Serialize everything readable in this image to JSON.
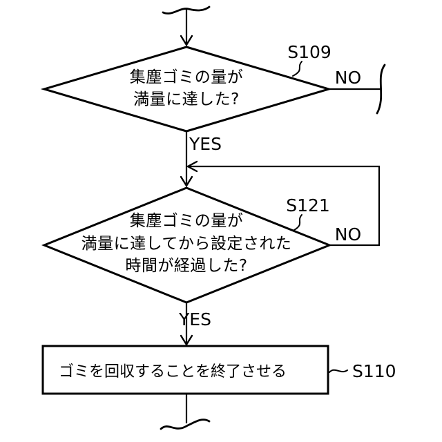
{
  "figure": {
    "kind": "patent-flowchart",
    "background_color": "#ffffff",
    "line_color": "#000000"
  },
  "nodes": {
    "s109": {
      "shape": "decision-diamond",
      "step_label": "S109",
      "text_lines": [
        "集塵ゴミの量が",
        "満量に達した?"
      ],
      "branch_yes": "YES",
      "branch_no": "NO"
    },
    "s121": {
      "shape": "decision-diamond",
      "step_label": "S121",
      "text_lines": [
        "集塵ゴミの量が",
        "満量に達してから設定された",
        "時間が経過した?"
      ],
      "branch_yes": "YES",
      "branch_no": "NO"
    },
    "s110": {
      "shape": "process-rectangle",
      "step_label": "S110",
      "text": "ゴミを回収することを終了させる"
    }
  }
}
